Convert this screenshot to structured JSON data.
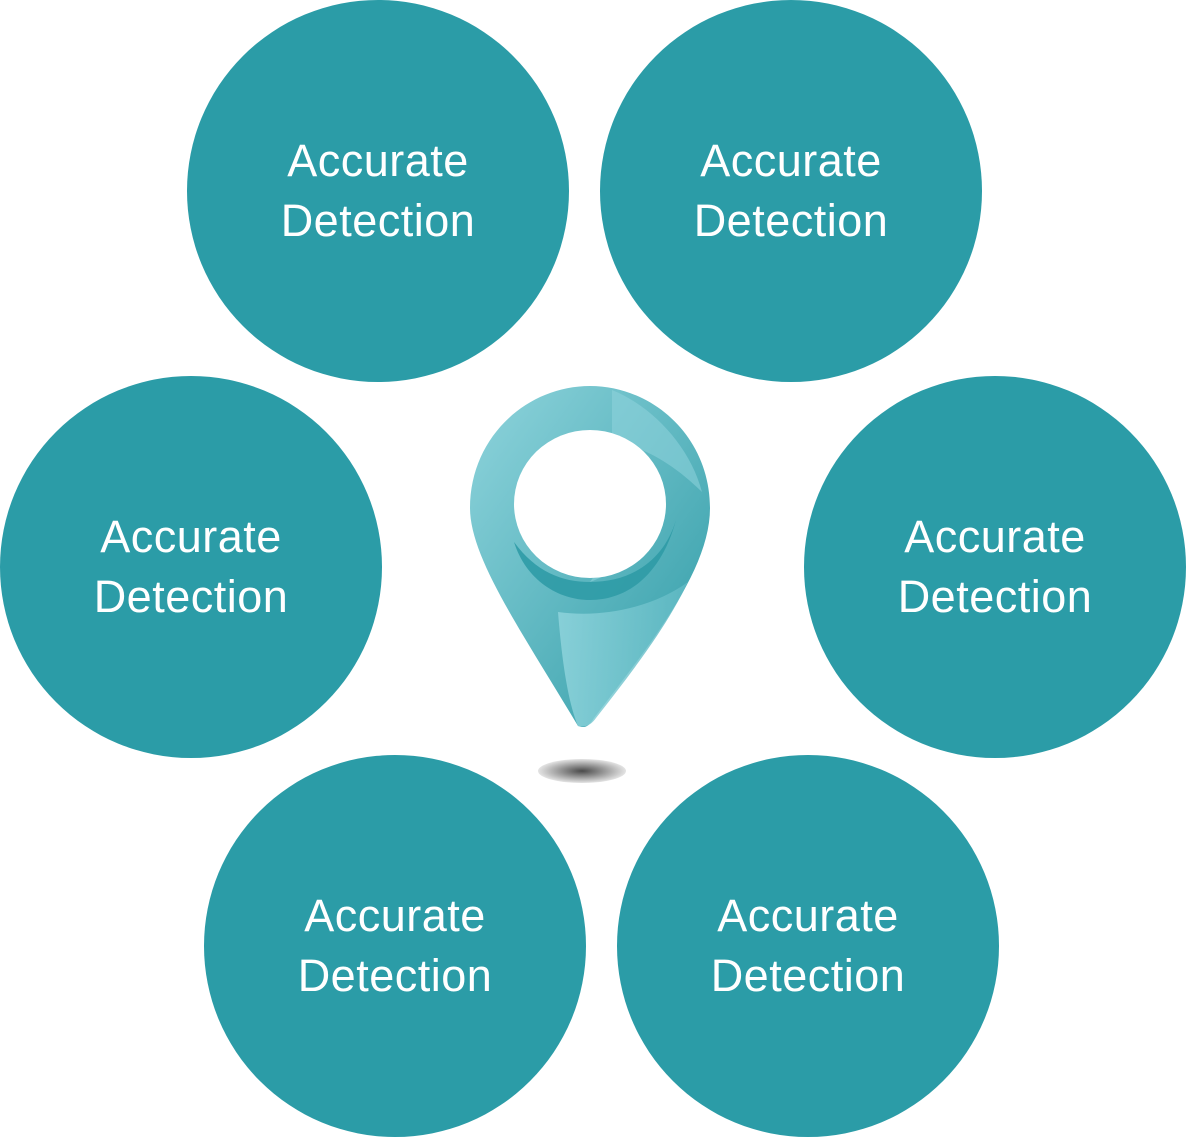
{
  "colors": {
    "node_fill": "#2b9ca7",
    "node_text": "#ffffff",
    "pin_light": "#8fd4dc",
    "pin_mid": "#5fb9c3",
    "pin_dark": "#2f9ba6",
    "shadow": "#4a4a4a"
  },
  "nodes": [
    {
      "line1": "Accurate",
      "line2": "Detection"
    },
    {
      "line1": "Accurate",
      "line2": "Detection"
    },
    {
      "line1": "Accurate",
      "line2": "Detection"
    },
    {
      "line1": "Accurate",
      "line2": "Detection"
    },
    {
      "line1": "Accurate",
      "line2": "Detection"
    },
    {
      "line1": "Accurate",
      "line2": "Detection"
    }
  ],
  "center_icon": "location-pin-icon"
}
